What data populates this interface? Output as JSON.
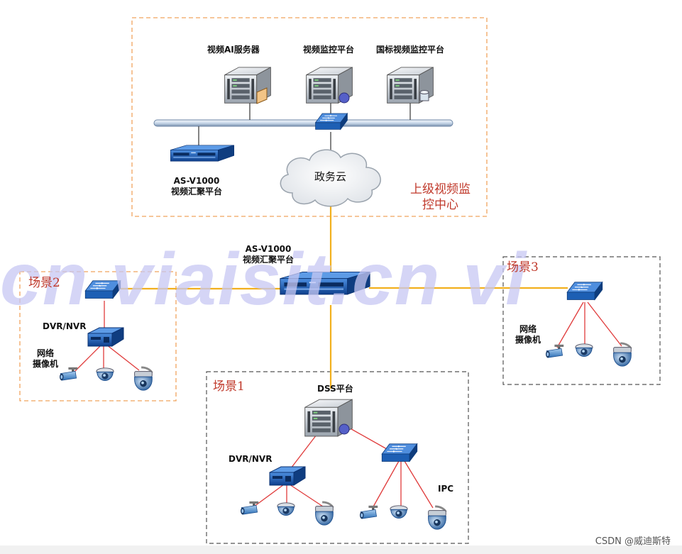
{
  "regions": {
    "upper_center": "上级视频监\n控中心",
    "scene1": "场景1",
    "scene2": "场景2",
    "scene3": "场景3"
  },
  "labels": {
    "ai_server": "视频AI服务器",
    "monitor_platform": "视频监控平台",
    "gb_platform": "国标视频监控平台",
    "cloud": "政务云",
    "top_converge": "AS-V1000\n视频汇聚平台",
    "main_converge": "AS-V1000\n视频汇聚平台",
    "scene2_dvr": "DVR/NVR",
    "scene2_cameras": "网络\n摄像机",
    "scene3_cameras": "网络\n摄像机",
    "dss": "DSS平台",
    "scene1_dvr": "DVR/NVR",
    "ipc": "IPC"
  },
  "watermark": "cn  viaisit.cn  vi",
  "credit": "CSDN @威迪斯特",
  "colors": {
    "backbone": "#f2b01e",
    "local_link": "#e03b3b",
    "upper_border": "#f0a35e",
    "scene2_border": "#f0a35e",
    "scene_border": "#555555",
    "region_text": "#c0392b",
    "device_blue": "#1d5fb4"
  }
}
